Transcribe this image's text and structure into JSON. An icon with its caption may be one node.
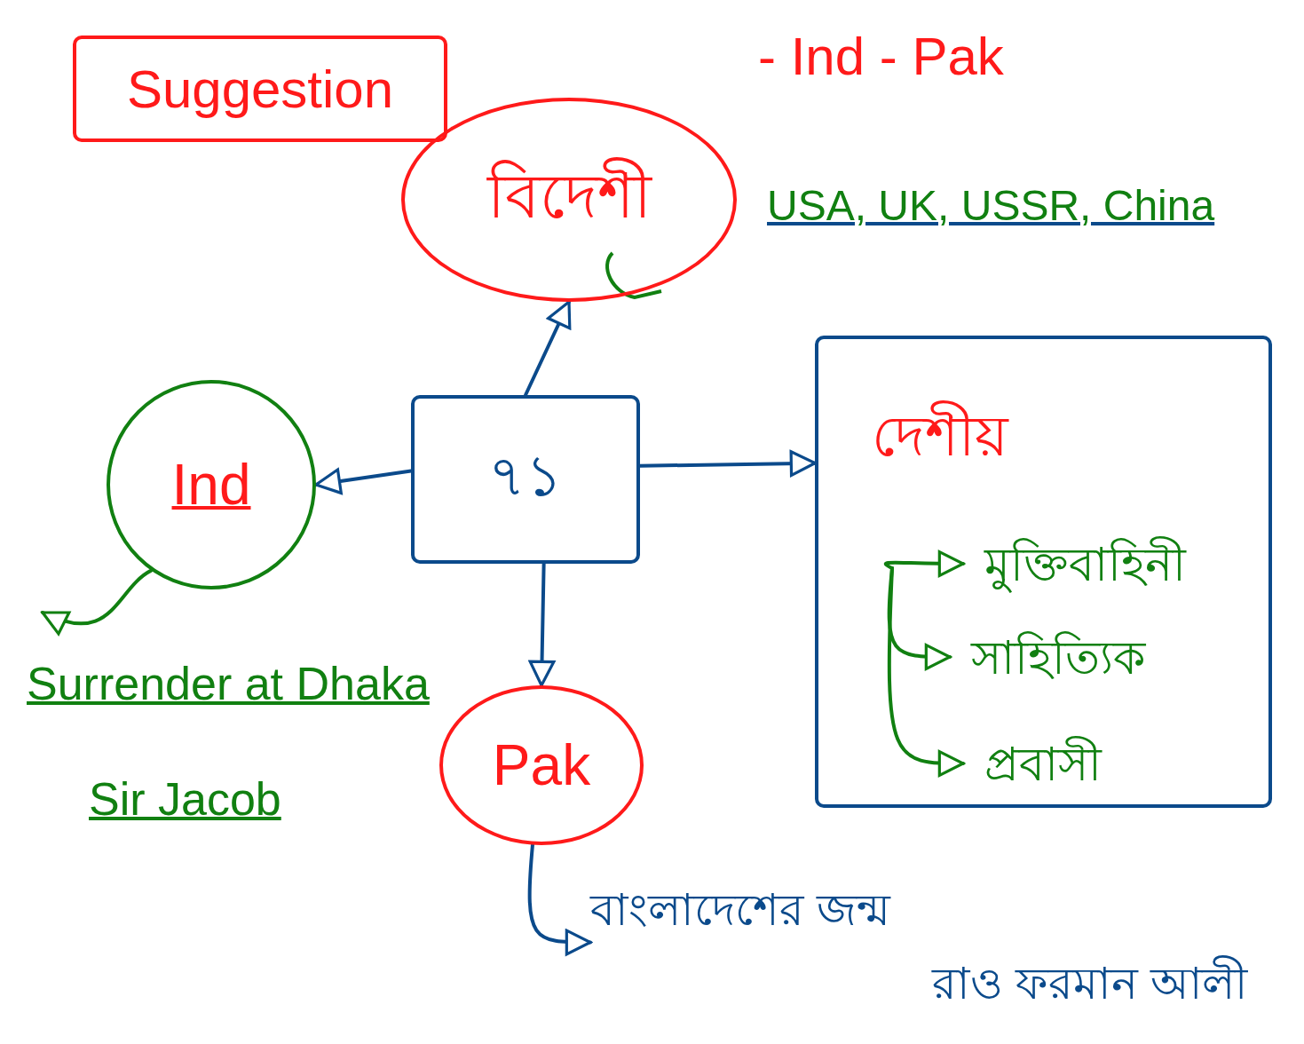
{
  "diagram": {
    "nodes": [
      {
        "text": [
          "Suggestion"
        ]
      },
      {
        "text": [
          "বিদেশী"
        ],
        "beside": [
          "- Ind - Pak",
          "USA, UK, USSR, China"
        ]
      },
      {
        "text": [
          "৭১"
        ]
      },
      {
        "text": [
          "Ind"
        ]
      },
      {
        "text": [
          "Pak"
        ]
      },
      {
        "text": [
          "দেশীয়"
        ]
      },
      {
        "text": [
          "মুক্তিবাহিনী"
        ],
        "in": 5
      },
      {
        "text": [
          "সাহিত্যিক"
        ],
        "in": 5
      },
      {
        "text": [
          "প্রবাসী"
        ],
        "in": 5
      },
      {
        "text": [
          "বাংলাদেশের জন্ম",
          "রাও ফরমান আলী"
        ]
      }
    ],
    "edges": [
      {
        "from": 2,
        "to": 1,
        "arrow": "to"
      },
      {
        "from": 2,
        "to": 3,
        "arrow": "to"
      },
      {
        "from": 2,
        "to": 5,
        "arrow": "to"
      },
      {
        "from": 2,
        "to": 4,
        "arrow": "to"
      },
      {
        "from": 4,
        "to": 9,
        "arrow": "to"
      },
      {
        "from": null,
        "to": 6,
        "arrow": "to",
        "color": "#118011"
      },
      {
        "from": null,
        "to": 7,
        "arrow": "to",
        "color": "#118011"
      },
      {
        "from": null,
        "to": 8,
        "arrow": "to",
        "color": "#118011"
      },
      {
        "from": 3,
        "to": null,
        "arrow": "to",
        "color": "#118011"
      }
    ],
    "labels": [
      "Surrender at Dhaka",
      "Sir Jacob"
    ]
  }
}
